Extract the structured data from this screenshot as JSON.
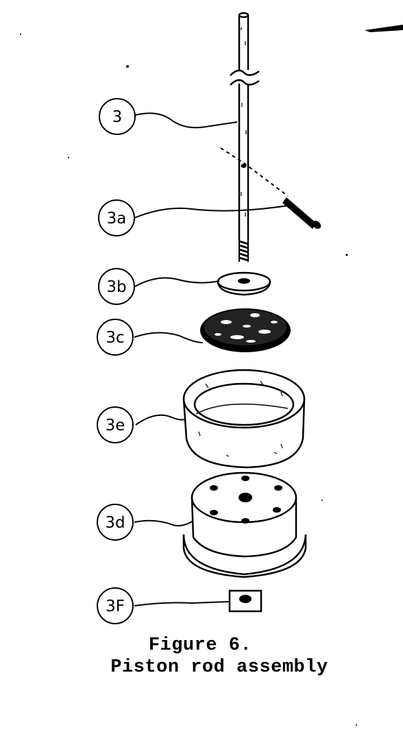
{
  "figure": {
    "caption_title": "Figure 6.",
    "caption_subtitle": "Piston rod assembly"
  },
  "callouts": [
    {
      "id": "3",
      "label": "3"
    },
    {
      "id": "3a",
      "label": "3a"
    },
    {
      "id": "3b",
      "label": "3b"
    },
    {
      "id": "3c",
      "label": "3c"
    },
    {
      "id": "3e",
      "label": "3e"
    },
    {
      "id": "3d",
      "label": "3d"
    },
    {
      "id": "3f",
      "label": "3F"
    }
  ],
  "colors": {
    "ink": "#000000",
    "paper": "#ffffff"
  }
}
